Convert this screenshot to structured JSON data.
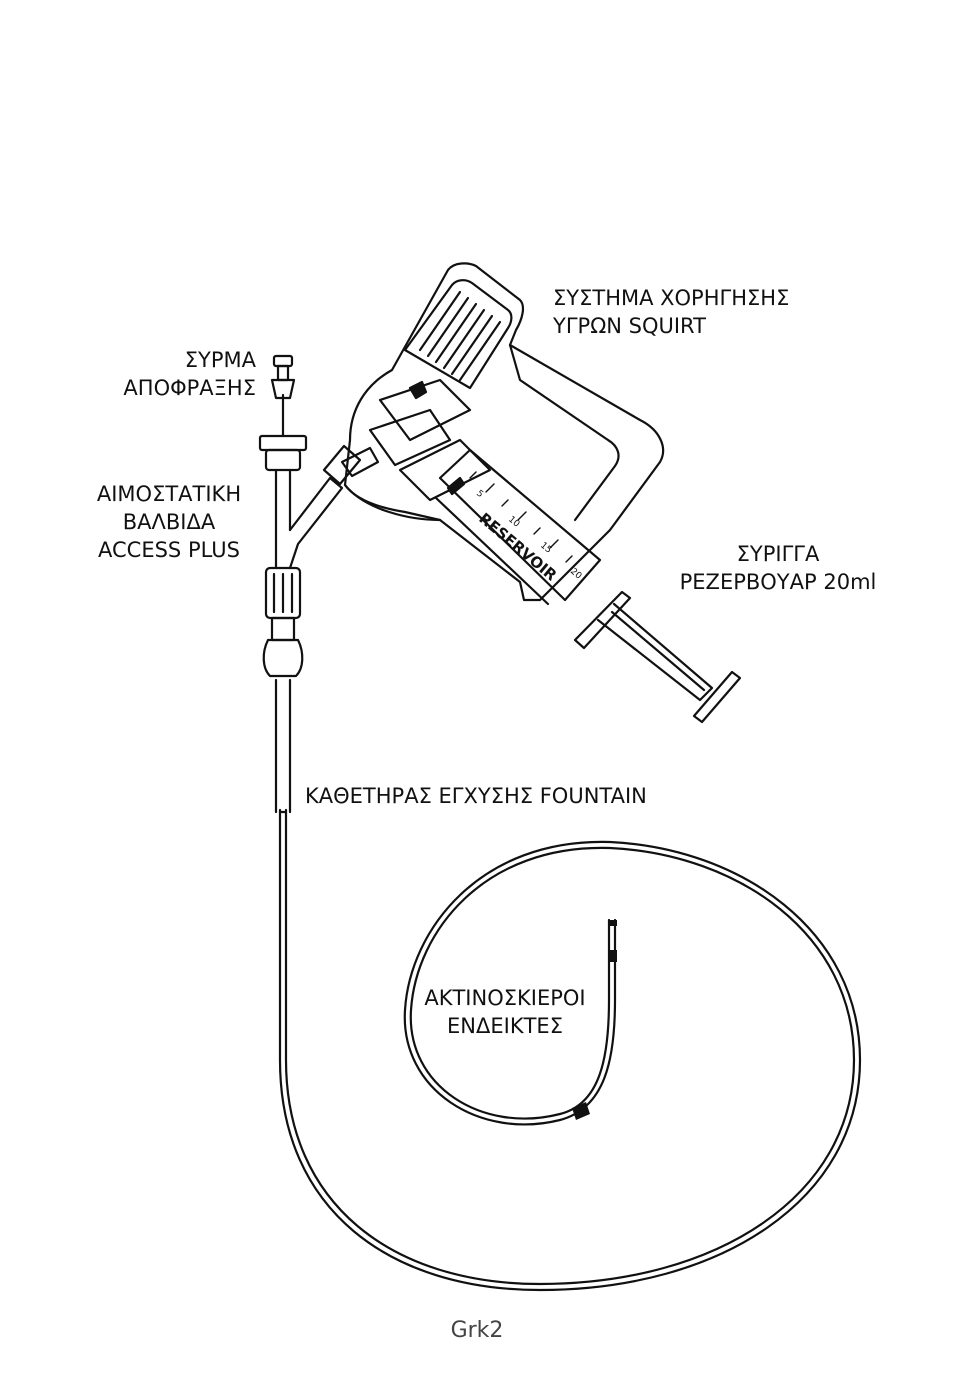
{
  "labels": {
    "squirt": [
      "ΣΥΣΤΗΜΑ ΧΟΡΗΓΗΣΗΣ",
      "ΥΓΡΩΝ SQUIRT"
    ],
    "occluder": [
      "ΣΥΡΜΑ",
      "ΑΠΟΦΡΑΞΗΣ"
    ],
    "valve": [
      "ΑΙΜΟΣΤΑΤΙΚΗ",
      "ΒΑΛΒΙΔΑ",
      "ACCESS PLUS"
    ],
    "syringe": [
      "ΣΥΡΙΓΓΑ",
      "ΡΕΖΕΡΒΟΥΑΡ 20ml"
    ],
    "catheter": "ΚΑΘΕΤΗΡΑΣ ΕΓΧΥΣΗΣ FOUNTAIN",
    "markers": [
      "ΑΚΤΙΝΟΣΚΙΕΡΟΙ",
      "ΕΝΔΕΙΚΤΕΣ"
    ]
  },
  "syringe_text": "RESERVOIR",
  "syringe_scale": [
    "5",
    "10",
    "15",
    "20"
  ],
  "footer": "Grk2"
}
